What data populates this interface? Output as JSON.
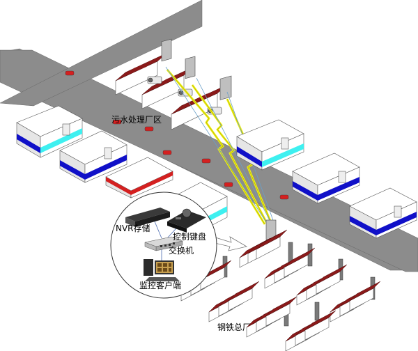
{
  "labels": {
    "sewage_plant": "污水处理厂区",
    "steel_plant": "钢铁总厂",
    "nvr_storage": "NVR存储",
    "control_keyboard": "控制键盘",
    "switch": "交换机",
    "monitor_client": "监控客户端"
  },
  "colors": {
    "road": "#8c8c8c",
    "roof_red": "#8b1a1a",
    "wall_white": "#ffffff",
    "stripe_blue": "#1010c8",
    "stripe_cyan": "#3ef0f0",
    "wireless_link": "#f2f21a",
    "car_red": "#d42020",
    "chimney_gray": "#7a7a7a"
  },
  "icons": [
    "panel-antenna-icon",
    "camera-icon",
    "lightning-link-icon",
    "nvr-icon",
    "keyboard-icon",
    "switch-icon",
    "computer-icon"
  ]
}
